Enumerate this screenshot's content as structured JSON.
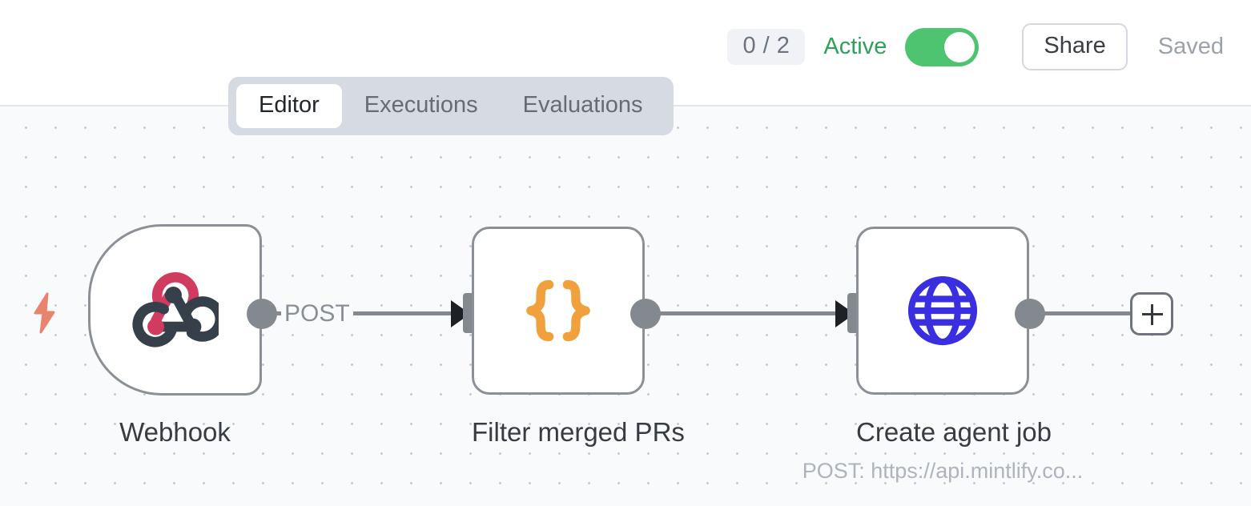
{
  "header": {
    "run_counter": "0 / 2",
    "active_label": "Active",
    "toggle_state": "on",
    "share_label": "Share",
    "saved_label": "Saved",
    "active_color": "#2fa05a",
    "toggle_color": "#4ec470"
  },
  "tabs": [
    {
      "label": "Editor",
      "active": true
    },
    {
      "label": "Executions",
      "active": false
    },
    {
      "label": "Evaluations",
      "active": false
    }
  ],
  "canvas": {
    "background": "#f8fafc",
    "dot_color": "#c3c8d2",
    "nodes": [
      {
        "id": "webhook",
        "label": "Webhook",
        "icon": "webhook-icon",
        "icon_colors": [
          "#d13b60",
          "#36404a"
        ],
        "type": "trigger"
      },
      {
        "id": "filter",
        "label": "Filter merged PRs",
        "icon": "code-braces-icon",
        "icon_colors": [
          "#f0a03c"
        ],
        "type": "code"
      },
      {
        "id": "http",
        "label": "Create agent job",
        "sublabel": "POST: https://api.mintlify.co...",
        "icon": "globe-icon",
        "icon_colors": [
          "#3a2fe0"
        ],
        "type": "http-request"
      }
    ],
    "edges": [
      {
        "from": "webhook",
        "to": "filter",
        "label": "POST"
      },
      {
        "from": "filter",
        "to": "http",
        "label": ""
      }
    ],
    "add_button_label": "+"
  }
}
